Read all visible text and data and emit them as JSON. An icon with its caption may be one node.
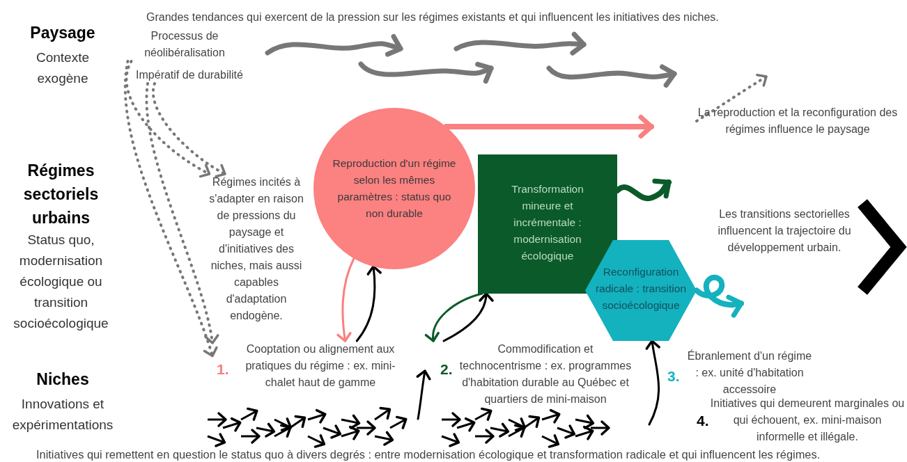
{
  "diagram": {
    "nodes": [
      {
        "text": [
          "Processus de néolibéralisation"
        ]
      },
      {
        "text": [
          "Impératif de durabilité"
        ]
      },
      {
        "text": [
          "Régimes incités à s'adapter en raison de pressions du paysage et d'initiatives des niches, mais aussi capables d'adaptation endogène."
        ]
      },
      {
        "text": [
          "Reproduction d'un régime selon les mêmes paramètres : status quo non durable"
        ]
      },
      {
        "text": [
          "Transformation mineure et incrémentale : modernisation écologique"
        ]
      },
      {
        "text": [
          "Reconfiguration radicale : transition socioécologique"
        ]
      },
      {
        "text": [
          "La reproduction et la reconfiguration des régimes influence le paysage"
        ]
      },
      {
        "text": [
          "Les transitions sectorielles influencent la trajectoire du développement urbain."
        ]
      },
      {
        "text": [
          "Cooptation ou alignement aux pratiques du régime : ex. mini-chalet haut de gamme"
        ],
        "beside": [
          "1."
        ]
      },
      {
        "text": [
          "Commodification et technocentrisme : ex. programmes d'habitation durable au Québec et quartiers de mini-maison"
        ],
        "beside": [
          "2."
        ]
      },
      {
        "text": [
          "Ébranlement d'un régime : ex. unité d'habitation accessoire"
        ],
        "beside": [
          "3."
        ]
      },
      {
        "text": [
          "Initiatives qui demeurent marginales ou qui échouent, ex. mini-maison informelle et illégale."
        ],
        "beside": [
          "4."
        ]
      }
    ],
    "edges": [
      {
        "from": 0,
        "to": 2,
        "arrow": "to",
        "style": "dashed"
      },
      {
        "from": 1,
        "to": 2,
        "arrow": "to",
        "style": "dashed"
      },
      {
        "from": 0,
        "to": 8,
        "arrow": "to",
        "style": "dashed"
      },
      {
        "from": 1,
        "to": 8,
        "arrow": "to",
        "style": "dashed"
      },
      {
        "from": 6,
        "to": null,
        "arrow": "to",
        "style": "dashed"
      },
      {
        "from": 3,
        "to": null,
        "arrow": "to",
        "style": "thick",
        "color": "#f98080"
      },
      {
        "from": 3,
        "to": 8,
        "arrow": "to",
        "color": "#f98080"
      },
      {
        "from": 8,
        "to": 3,
        "arrow": "to",
        "color": "#000000"
      },
      {
        "from": 4,
        "to": 9,
        "arrow": "to",
        "color": "#0b5a2a"
      },
      {
        "from": 9,
        "to": 4,
        "arrow": "to",
        "color": "#000000"
      },
      {
        "from": null,
        "to": 9,
        "arrow": "to",
        "color": "#000000"
      },
      {
        "from": null,
        "to": 5,
        "arrow": "to",
        "color": "#000000"
      },
      {
        "from": 4,
        "to": null,
        "arrow": "to",
        "style": "thick",
        "color": "#0b5a2a"
      },
      {
        "from": 5,
        "to": null,
        "arrow": "to",
        "style": "thick",
        "color": "#14b1bf"
      }
    ],
    "labels": [
      "Grandes tendances qui exercent de la pression sur les régimes existants et qui influencent les initiatives des niches.",
      "Paysage",
      "Contexte exogène",
      "Régimes sectoriels urbains",
      "Status quo, modernisation écologique ou transition socioécologique",
      "Niches",
      "Innovations et expérimentations",
      "Initiatives qui remettent en question le status quo à divers degrés : entre modernisation écologique et transformation radicale et qui influencent les régimes."
    ]
  }
}
